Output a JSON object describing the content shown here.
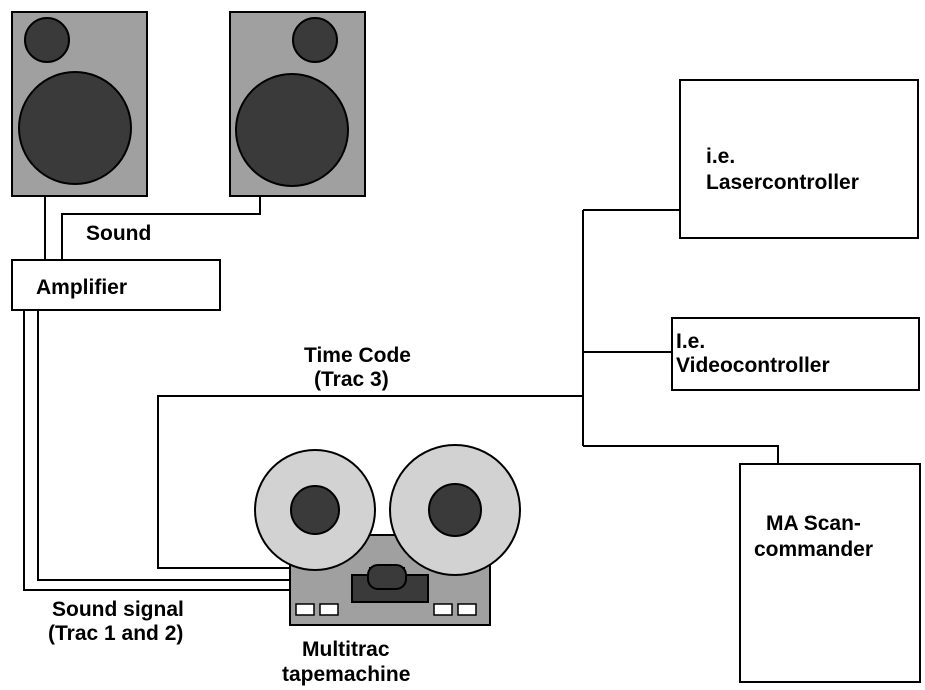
{
  "labels": {
    "sound": "Sound",
    "amplifier": "Amplifier",
    "time_code_line1": "Time Code",
    "time_code_line2": "(Trac 3)",
    "laser_line1": "i.e.",
    "laser_line2": "Lasercontroller",
    "video_line1": "I.e.",
    "video_line2": "Videocontroller",
    "scan_line1": "MA Scan-",
    "scan_line2": "commander",
    "sound_signal_line1": "Sound signal",
    "sound_signal_line2": "(Trac 1 and 2)",
    "tape_line1": "Multitrac",
    "tape_line2": "tapemachine"
  },
  "colors": {
    "speaker_cabinet": "#a0a0a0",
    "speaker_cone": "#3a3a3a",
    "reel": "#d2d2d2",
    "reel_hub": "#3a3a3a",
    "deck_body": "#a0a0a0",
    "line": "#000000"
  }
}
